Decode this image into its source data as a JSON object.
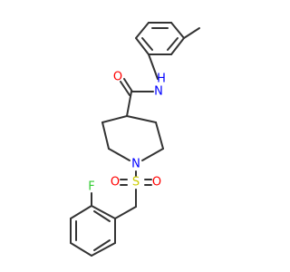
{
  "colors": {
    "bond": "#333333",
    "nitrogen": "#0000ff",
    "oxygen": "#ff0000",
    "sulfur": "#cccc00",
    "fluorine": "#33cc33",
    "background": "#ffffff"
  },
  "molecule": {
    "labels": {
      "amide_o": "O",
      "amide_n": "N",
      "amide_h": "H",
      "piperidine_n": "N",
      "sulfonyl_s": "S",
      "sulfonyl_o_left": "O",
      "sulfonyl_o_right": "O",
      "fluorine": "F"
    }
  }
}
